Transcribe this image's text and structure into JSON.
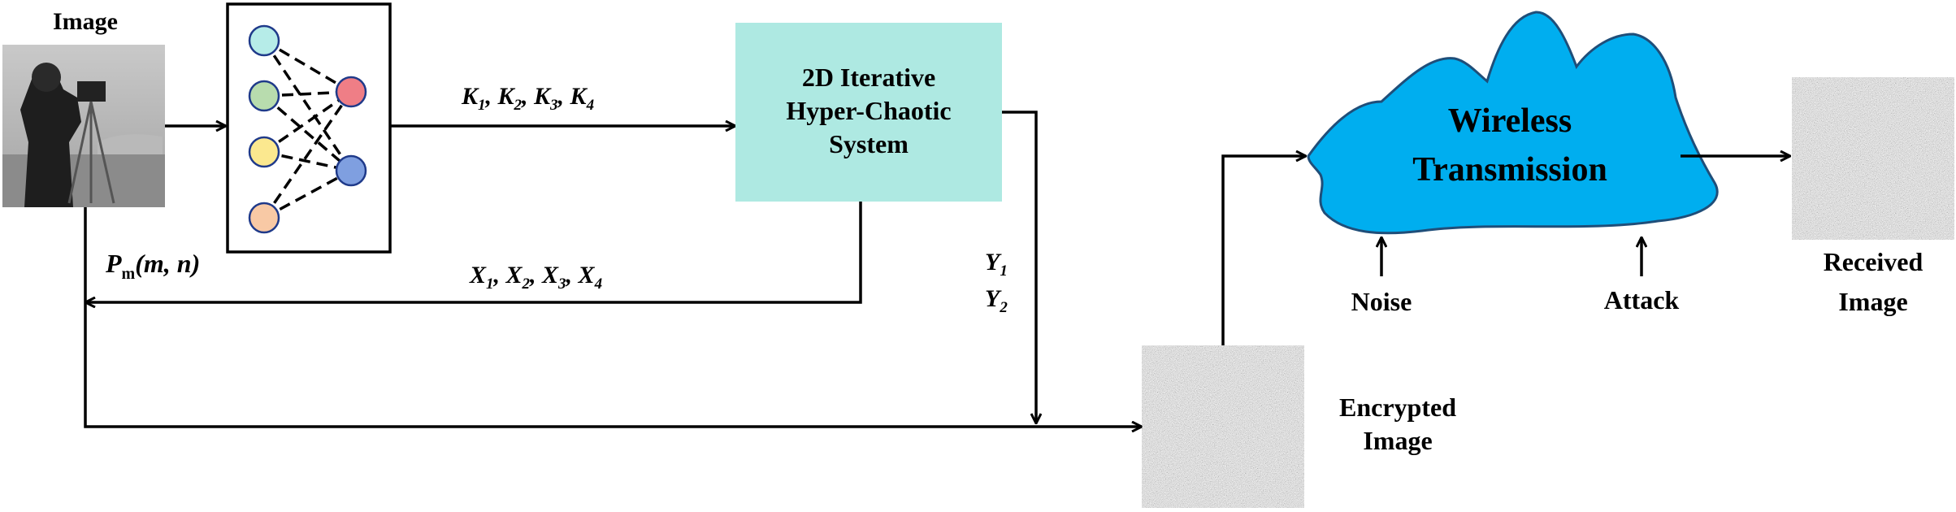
{
  "labels": {
    "input_image": "Image",
    "chaotic_system": [
      "2D Iterative",
      "Hyper-Chaotic",
      "System"
    ],
    "k_keys": {
      "k1": "K",
      "s1": "1",
      "k2": "K",
      "s2": "2",
      "k3": "K",
      "s3": "3",
      "k4": "K",
      "s4": "4"
    },
    "x_seq": {
      "x1": "X",
      "s1": "1",
      "x2": "X",
      "s2": "2",
      "x3": "X",
      "s3": "3",
      "x4": "X",
      "s4": "4"
    },
    "y_seq": {
      "y1": "Y",
      "s1": "1",
      "y2": "Y",
      "s2": "2"
    },
    "pixel": {
      "p": "P",
      "sub": "m",
      "args": "(m, n)"
    },
    "wireless": [
      "Wireless",
      "Transmission"
    ],
    "noise": "Noise",
    "attack": "Attack",
    "encrypted": [
      "Encrypted",
      "Image"
    ],
    "received": [
      "Received",
      "Image"
    ]
  },
  "colors": {
    "chaotic_box": "#aee9e2",
    "cloud": "#00aeef",
    "node_cyan": "#b6ece8",
    "node_green": "#b8dcae",
    "node_yellow": "#fbe88f",
    "node_orange": "#f8c9a5",
    "node_red": "#ef7e86",
    "node_blue": "#7f9fe0"
  },
  "icons": {
    "input_image": "cameraman-photo",
    "encrypted_image": "noise-image",
    "received_image": "noise-image"
  }
}
